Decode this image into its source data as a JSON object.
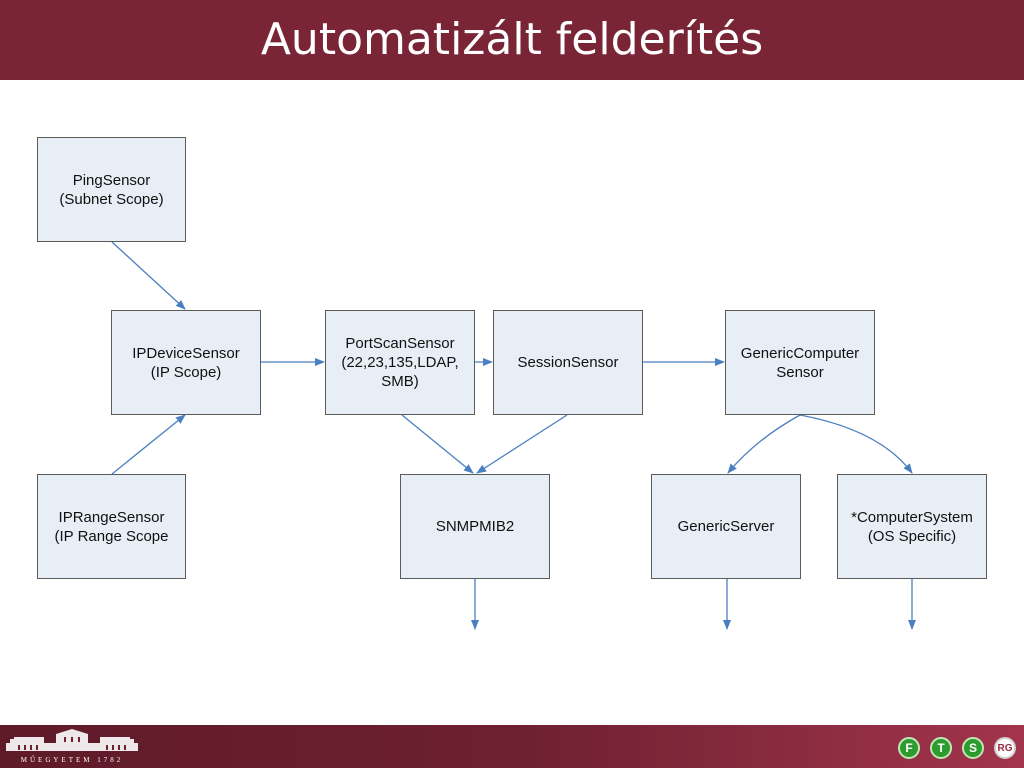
{
  "slide": {
    "title": "Automatizált felderítés"
  },
  "diagram": {
    "nodes": {
      "ping_sensor": "PingSensor\n(Subnet Scope)",
      "ip_device_sensor": "IPDeviceSensor\n(IP Scope)",
      "ip_range_sensor": "IPRangeSensor\n(IP Range Scope",
      "port_scan_sensor": "PortScanSensor\n(22,23,135,LDAP,\nSMB)",
      "session_sensor": "SessionSensor",
      "snmpmib2": "SNMPMIB2",
      "generic_computer_sensor": "GenericComputer\nSensor",
      "generic_server": "GenericServer",
      "computer_system": "*ComputerSystem\n(OS Specific)"
    },
    "edge_color": "#4a7fc1",
    "box_fill": "#e8eef6"
  },
  "footer": {
    "university_logo_text": "MŰEGYETEM 1782",
    "badges": [
      "F",
      "T",
      "S",
      "RG"
    ]
  },
  "colors": {
    "header_bg": "#7a2535",
    "footer_bg": "#6d2030"
  }
}
